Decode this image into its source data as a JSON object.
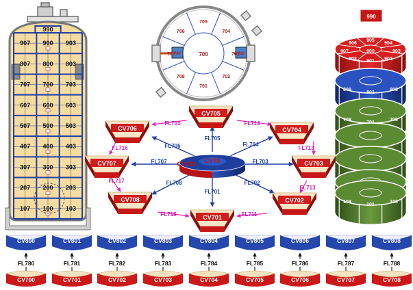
{
  "vessel_grid": {
    "top": "990",
    "rows": [
      [
        "907",
        "900",
        "903"
      ],
      [
        "807",
        "800",
        "803"
      ],
      [
        "707",
        "700",
        "703"
      ],
      [
        "607",
        "600",
        "603"
      ],
      [
        "507",
        "500",
        "503"
      ],
      [
        "407",
        "400",
        "403"
      ],
      [
        "307",
        "300",
        "303"
      ],
      [
        "207",
        "200",
        "203"
      ],
      [
        "107",
        "100",
        "103"
      ]
    ]
  },
  "cross_section": {
    "center": "700",
    "sectors": [
      "705",
      "704",
      "703",
      "702",
      "701",
      "708",
      "707",
      "706"
    ]
  },
  "network": {
    "center_short": "CV70",
    "center_long": "CV700",
    "nodes": {
      "cv705": "CV705",
      "cv704": "CV704",
      "cv703": "CV703",
      "cv702": "CV702",
      "cv701": "CV701",
      "cv708": "CV708",
      "cv707": "CV707",
      "cv706": "CV706"
    },
    "radial_paths": {
      "fl705": "FL705",
      "fl704": "FL704",
      "fl703": "FL703",
      "fl702": "FL702",
      "fl701": "FL701",
      "fl708": "FL708",
      "fl707": "FL707",
      "fl706": "FL706"
    },
    "ring_paths": {
      "fl714": "FL714",
      "fl713a": "FL713",
      "fl713b": "FL713",
      "fl711": "FL711",
      "fl718": "FL718",
      "fl717": "FL717",
      "fl716": "FL716",
      "fl715": "FL715"
    }
  },
  "stack_3d": {
    "top": "990",
    "level9": [
      "906",
      "905",
      "904",
      "907",
      "900",
      "903",
      "908",
      "901",
      "902"
    ],
    "level8": [
      "808",
      "801",
      "808"
    ],
    "level7": [
      "708",
      "701",
      "708"
    ],
    "level1": [
      "108",
      "101",
      "108"
    ]
  },
  "bottom_row": {
    "upper": [
      "CV800",
      "CV801",
      "CV802",
      "CV803",
      "CV804",
      "CV805",
      "CV806",
      "CV807",
      "CV808"
    ],
    "paths": [
      "FL780",
      "FL781",
      "FL782",
      "FL783",
      "FL784",
      "FL785",
      "FL786",
      "FL787",
      "FL788"
    ],
    "lower": [
      "CV700",
      "CV701",
      "CV702",
      "CV703",
      "CV704",
      "CV705",
      "CV706",
      "CV707",
      "CV708"
    ]
  },
  "colors": {
    "vessel_fill": "#f7dca0",
    "grid_blue": "#1f3fa8",
    "red": "#d01a1a",
    "red_dark": "#8c0f0f",
    "blue": "#1f3f9e",
    "blue_dark": "#0e2566",
    "green": "#4f7a2c",
    "green_dark": "#2e4d18",
    "flow_blue": "#1f3fa8",
    "flow_magenta": "#e020c0",
    "steel": "#777777"
  }
}
